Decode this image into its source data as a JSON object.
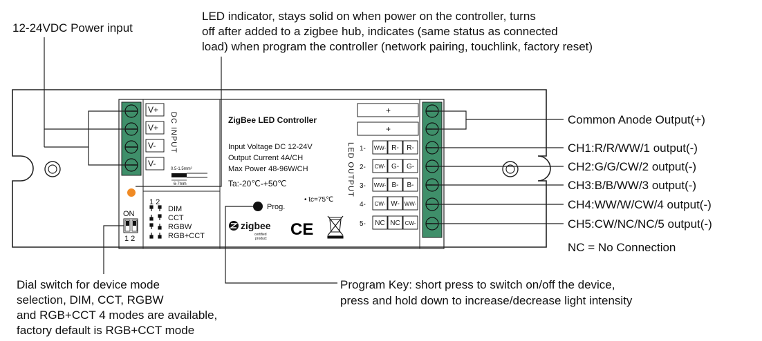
{
  "callouts": {
    "power_input": "12-24VDC Power input",
    "led_indicator_line1": "LED indicator, stays solid on when power on the controller, turns",
    "led_indicator_line2": "off after added to a zigbee hub, indicates (same status as connected",
    "led_indicator_line3": "load) when program the controller (network pairing, touchlink, factory reset)",
    "dial_line1": "Dial switch for device mode",
    "dial_line2": "selection, DIM, CCT, RGBW",
    "dial_line3": "and RGB+CCT 4 modes are available,",
    "dial_line4": "factory default is RGB+CCT mode",
    "prog_line1": "Program Key: short press to switch on/off the device,",
    "prog_line2": "press and hold down to increase/decrease light intensity"
  },
  "outputs": [
    "Common Anode Output(+)",
    "CH1:R/R/WW/1 output(-)",
    "CH2:G/G/CW/2 output(-)",
    "CH3:B/B/WW/3 output(-)",
    "CH4:WW/W/CW/4 output(-)",
    "CH5:CW/NC/NC/5 output(-)"
  ],
  "nc_note": "NC = No Connection",
  "device": {
    "title": "ZigBee LED Controller",
    "spec1": "Input Voltage DC 12-24V",
    "spec2": "Output Current 4A/CH",
    "spec3": "Max Power 48-96W/CH",
    "temp": "Ta:-20℃-+50℃",
    "tc": "• tc=75℃",
    "dc_input_label": "DC INPUT",
    "led_output_label": "LED OUTPUT",
    "input_terminals": [
      "V+",
      "V+",
      "V-",
      "V-"
    ],
    "wire_spec1": "0.5-1.5mm²",
    "wire_spec2": "6-7mm",
    "prog_label": "Prog.",
    "zigbee_brand": "zigbee",
    "zigbee_sub1": "certified",
    "zigbee_sub2": "product",
    "ce_mark": "CE",
    "switch": {
      "numbers": "1  2",
      "on_label": "ON",
      "bottom_numbers": "1 2",
      "modes": [
        "DIM",
        "CCT",
        "RGBW",
        "RGB+CCT"
      ]
    },
    "output_rows": [
      {
        "num": "",
        "cells": [
          "+"
        ]
      },
      {
        "num": "",
        "cells": [
          "+"
        ]
      },
      {
        "num": "1-",
        "cells": [
          "WW-",
          "R-",
          "R-"
        ]
      },
      {
        "num": "2-",
        "cells": [
          "CW-",
          "G-",
          "G-"
        ]
      },
      {
        "num": "3-",
        "cells": [
          "WW-",
          "B-",
          "B-"
        ]
      },
      {
        "num": "4-",
        "cells": [
          "CW-",
          "W-",
          "WW-"
        ]
      },
      {
        "num": "5-",
        "cells": [
          "NC",
          "NC",
          "CW-"
        ]
      }
    ]
  },
  "colors": {
    "terminal_green": "#3f8f6a",
    "indicator_orange": "#f08a24",
    "line": "#222222"
  }
}
